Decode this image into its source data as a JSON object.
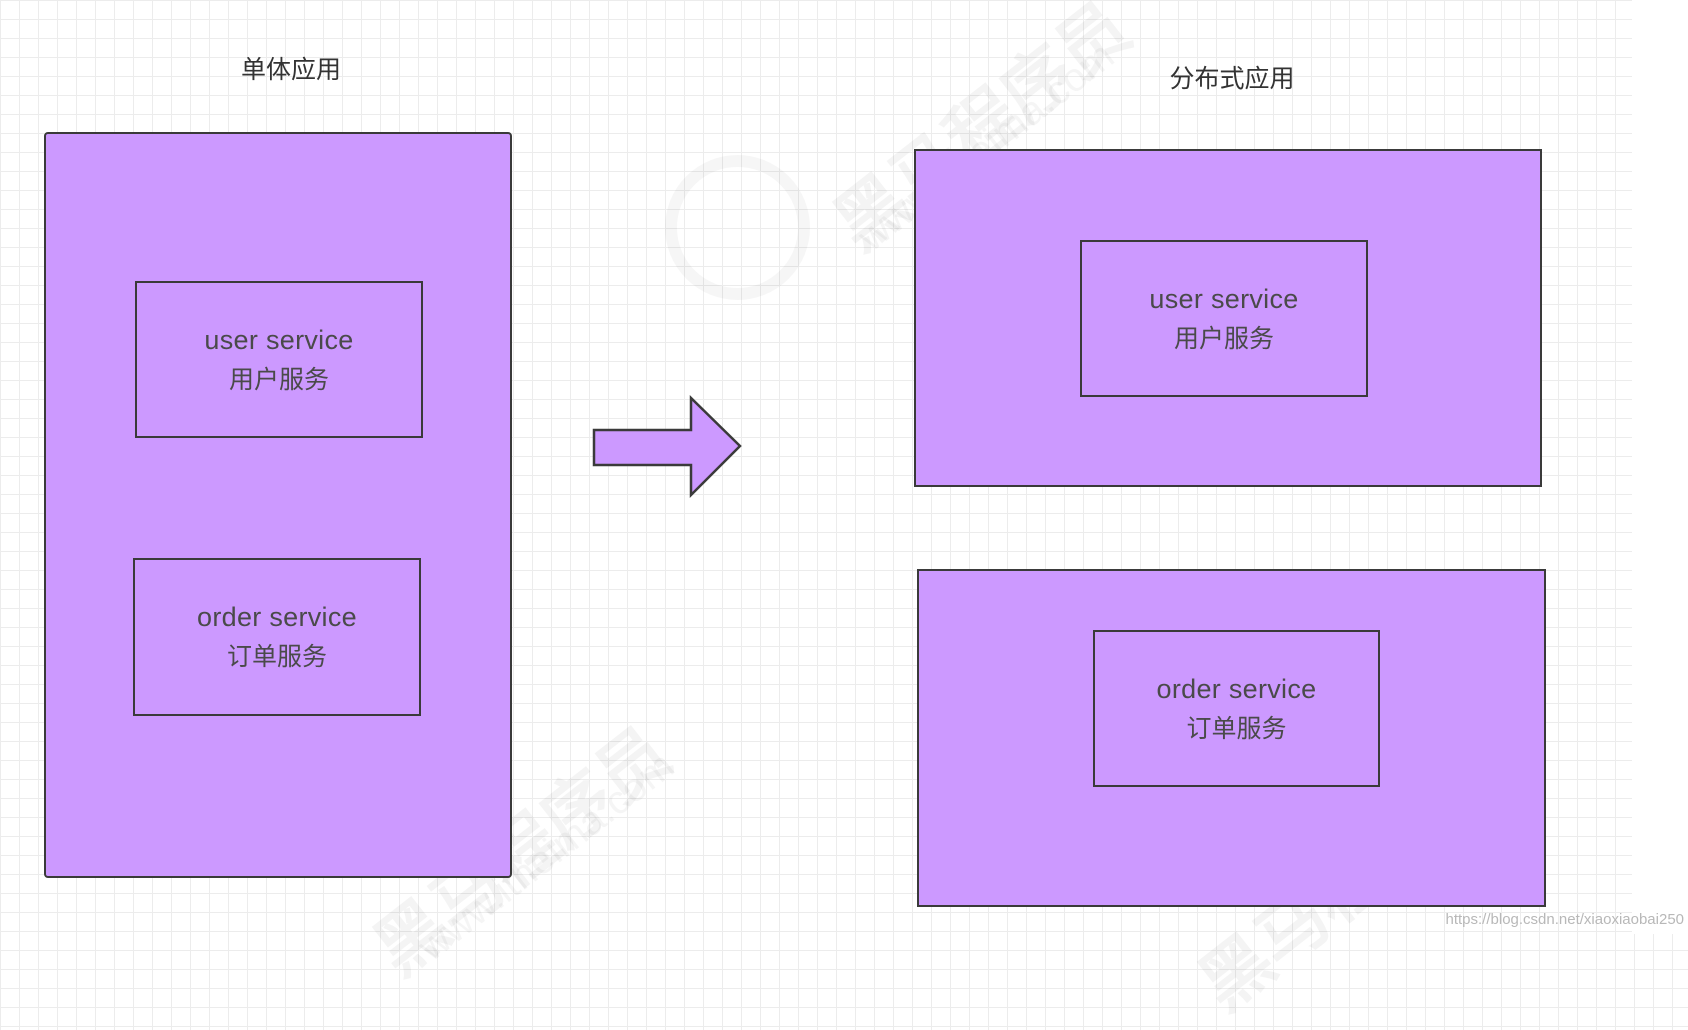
{
  "diagram": {
    "monolith": {
      "title": "单体应用",
      "services": [
        {
          "en": "user service",
          "zh": "用户服务"
        },
        {
          "en": "order service",
          "zh": "订单服务"
        }
      ]
    },
    "distributed": {
      "title": "分布式应用",
      "services": [
        {
          "en": "user service",
          "zh": "用户服务"
        },
        {
          "en": "order service",
          "zh": "订单服务"
        }
      ]
    },
    "colors": {
      "box_fill": "#cc99ff",
      "border": "#3a3a3a",
      "grid": "#ececec"
    }
  },
  "watermarks": {
    "brand": "黑马程序员",
    "site": "www.itheima.com"
  },
  "credit": "https://blog.csdn.net/xiaoxiaobai250"
}
